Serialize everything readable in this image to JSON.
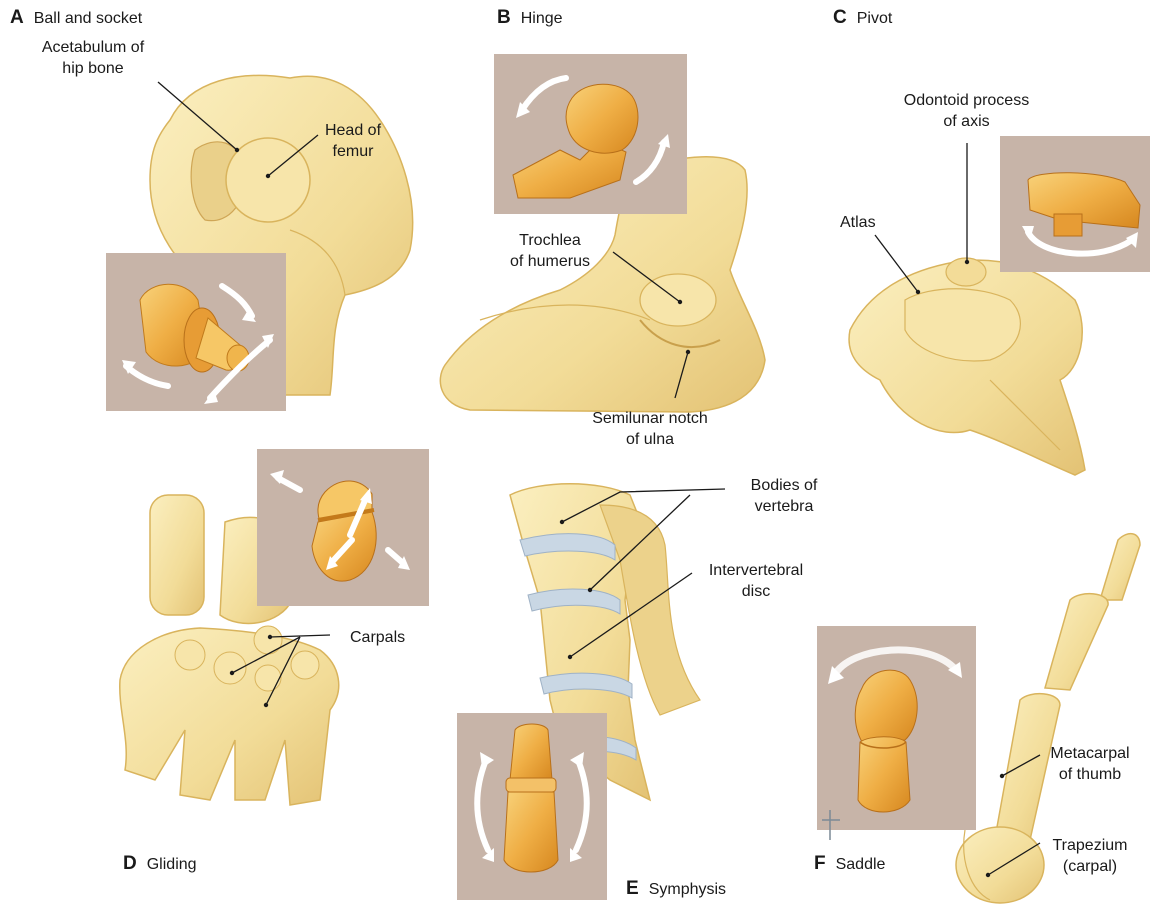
{
  "panels": {
    "a": {
      "letter": "A",
      "name": "Ball and socket"
    },
    "b": {
      "letter": "B",
      "name": "Hinge"
    },
    "c": {
      "letter": "C",
      "name": "Pivot"
    },
    "d": {
      "letter": "D",
      "name": "Gliding"
    },
    "e": {
      "letter": "E",
      "name": "Symphysis"
    },
    "f": {
      "letter": "F",
      "name": "Saddle"
    }
  },
  "labels": {
    "acetabulum_1": "Acetabulum of",
    "acetabulum_2": "hip bone",
    "head_femur_1": "Head of",
    "head_femur_2": "femur",
    "trochlea_1": "Trochlea",
    "trochlea_2": "of humerus",
    "semilunar_1": "Semilunar notch",
    "semilunar_2": "of ulna",
    "odontoid_1": "Odontoid process",
    "odontoid_2": "of axis",
    "atlas": "Atlas",
    "bodies_1": "Bodies of",
    "bodies_2": "vertebra",
    "intervertebral_1": "Intervertebral",
    "intervertebral_2": "disc",
    "carpals": "Carpals",
    "metacarpal_1": "Metacarpal",
    "metacarpal_2": "of thumb",
    "trapezium_1": "Trapezium",
    "trapezium_2": "(carpal)"
  },
  "colors": {
    "bone": "#f5e3a4",
    "bone_shade": "#e8cd7c",
    "bone_dark": "#d9b45d",
    "inset_bg": "#c7b4a8",
    "model": "#f0b54c",
    "model_dark": "#d98e26",
    "disc": "#c9d7e4",
    "arrow": "#ffffff"
  }
}
